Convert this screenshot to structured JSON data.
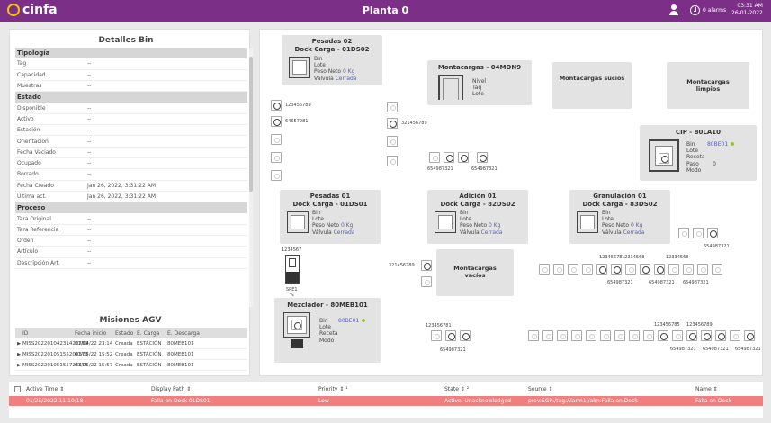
{
  "header": {
    "brand": "cinfa",
    "title": "Planta 0",
    "alarms": "0 alarms",
    "time": "03:31 AM",
    "date": "26-01-2022"
  },
  "detalles": {
    "title": "Detalles Bin",
    "sections": [
      {
        "name": "Tipología",
        "rows": [
          [
            "Tag",
            "--"
          ],
          [
            "Capacidad",
            "--"
          ],
          [
            "Muestras",
            "--"
          ]
        ]
      },
      {
        "name": "Estado",
        "rows": [
          [
            "Disponible",
            "--"
          ],
          [
            "Activo",
            "--"
          ],
          [
            "Estación",
            "--"
          ],
          [
            "Orientación",
            "--"
          ],
          [
            "Fecha Vaciado",
            "--"
          ],
          [
            "Ocupado",
            "--"
          ],
          [
            "Borrado",
            "--"
          ],
          [
            "Fecha Creado",
            "Jan 26, 2022, 3:31:22 AM"
          ],
          [
            "Última act.",
            "Jan 26, 2022, 3:31:22 AM"
          ]
        ]
      },
      {
        "name": "Proceso",
        "rows": [
          [
            "Tara Original",
            "--"
          ],
          [
            "Tara Referencia",
            "--"
          ],
          [
            "Orden",
            "--"
          ],
          [
            "Artículo",
            "--"
          ],
          [
            "Descripción Art.",
            "--"
          ]
        ]
      }
    ]
  },
  "misiones": {
    "title": "Misiones AGV",
    "headers": [
      "ID",
      "Fecha inicio",
      "Estado",
      "E. Carga",
      "E. Descarga"
    ],
    "rows": [
      [
        "MISS20220104231420789",
        "01/04/22 23:14",
        "Creada",
        "ESTACIÓN",
        "80MEB101"
      ],
      [
        "MISS20220105155209379",
        "01/05/22 15:52",
        "Creada",
        "ESTACIÓN",
        "80MEB101"
      ],
      [
        "MISS20220105155726415",
        "01/05/22 15:57",
        "Creada",
        "ESTACIÓN",
        "80MEB101"
      ]
    ]
  },
  "plant": {
    "pesadas02": {
      "title1": "Pesadas 02",
      "title2": "Dock Carga - 01DS02",
      "l1": "Bin",
      "l2": "Lote",
      "l3": "Peso Neto",
      "v3": "0 Kg",
      "l4": "Válvula",
      "v4": "Cerrada"
    },
    "montacargas_mon": {
      "title": "Montacargas - 04MON9",
      "l1": "Nivel",
      "l2": "Taq",
      "l3": "Lote"
    },
    "sucios": "Montacargas sucios",
    "limpios": "Montacargas limpios",
    "cip": {
      "title": "CIP - 80LA10",
      "l1": "Bin",
      "v1": "80BE01",
      "l2": "Lote",
      "l3": "Receta",
      "l4": "Paso",
      "v4": "0",
      "l5": "Modo"
    },
    "pesadas01": {
      "title1": "Pesadas 01",
      "title2": "Dock Carga - 01DS01",
      "l1": "Bin",
      "l2": "Lote",
      "l3": "Peso Neto",
      "v3": "0 Kg",
      "l4": "Válvula",
      "v4": "Cerrada"
    },
    "adicion01": {
      "title1": "Adición 01",
      "title2": "Dock Carga - 82DS02",
      "l1": "Bin",
      "l2": "Lote",
      "l3": "Peso Neto",
      "v3": "0 Kg",
      "l4": "Válvula",
      "v4": "Cerrada"
    },
    "granulacion01": {
      "title1": "Granulación 01",
      "title2": "Dock Carga - 83DS02",
      "l1": "Bin",
      "l2": "Lote",
      "l3": "Peso Neto",
      "v3": "0 Kg",
      "l4": "Válvula",
      "v4": "Cerrada"
    },
    "vacios": "Montacargas vacíos",
    "mezclador": {
      "title": "Mezclador - 80MEB101",
      "l1": "Bin",
      "v1": "80BE01",
      "l2": "Lote",
      "l3": "Receta",
      "l4": "Modo"
    },
    "labels": {
      "a": "123456789",
      "b": "64657981",
      "c": "321456789",
      "d": "654987321",
      "e": "654987321",
      "f": "1234567",
      "g": "SPE1",
      "h": "%",
      "i": "321456789",
      "j": "654987321",
      "k": "12345678",
      "l": "12334568",
      "m": "12334568",
      "n": "654987321",
      "o": "654987321",
      "p": "654987321",
      "q": "123456781",
      "r": "654987321",
      "s": "123456785",
      "t": "123456789",
      "u": "654987321",
      "v": "654987321",
      "w": "654987321"
    }
  },
  "alarms": {
    "headers": [
      "Active Time",
      "Display Path",
      "Priority",
      "State",
      "Source",
      "Name"
    ],
    "rows": [
      [
        "01/25/2022 11:10:18",
        "Falla en Dock 01DS01",
        "Low",
        "Active, Unacknowledged",
        "prov:SGP:/tag:Alarm1:/alm:Falla en Dock",
        "Falla en Dock"
      ]
    ]
  }
}
